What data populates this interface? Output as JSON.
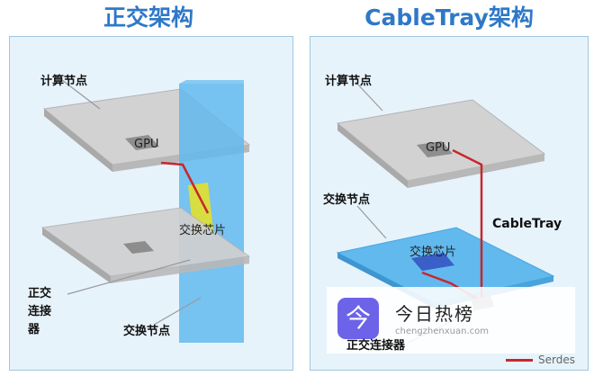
{
  "left": {
    "title": "正交架构",
    "labels": {
      "compute_node": "计算节点",
      "gpu": "GPU",
      "switch_chip": "交换芯片",
      "ortho_connector": "正交连接器",
      "switch_node": "交换节点"
    }
  },
  "right": {
    "title": "CableTray架构",
    "labels": {
      "compute_node": "计算节点",
      "gpu": "GPU",
      "switch_node": "交换节点",
      "switch_chip": "交换芯片",
      "cabletray": "CableTray",
      "ortho_connector": "正交连接器"
    },
    "legend": "Serdes"
  },
  "watermark": {
    "glyph": "今",
    "name": "今日热榜",
    "url": "chengzhenxuan.com"
  },
  "colors": {
    "title": "#2f78c8",
    "serdes_line": "#c9262c",
    "switch_plane": "#62b9ee",
    "board": "#c8c8c8"
  }
}
